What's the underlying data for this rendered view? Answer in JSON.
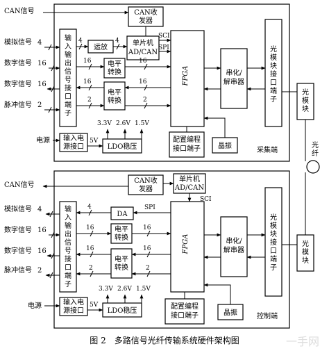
{
  "caption": "图 2　多路信号光纤传输系统硬件架构图",
  "fiber_label": "光纤",
  "optical_module": "光模块",
  "watermark": "一手网",
  "collect": {
    "section_label": "采集端",
    "can_signal": "CAN信号",
    "can_transceiver": "CAN收发器",
    "analog_signal": "模拟信号",
    "digital_signal": "数字信号",
    "pulse_signal": "脉冲信号",
    "n_analog": "4",
    "n_digital_1": "16",
    "n_digital_2": "16",
    "n_pulse": "2",
    "io_port": "输入输出信号接口端子",
    "op_amp": "运放",
    "mcu": "单片机AD/CAN",
    "level_shift": "电平转换",
    "fpga": "FPGA",
    "serdes": "串化/解串器",
    "optical_port": "光模块接口端子",
    "power": "电源",
    "power_port": "输入电源接口",
    "ldo": "LDO稳压",
    "config_port": "配置编程接口端子",
    "crystal": "晶振",
    "sci": "SCI",
    "spi": "SPI",
    "v_5": "5V",
    "v_33": "3.3V",
    "v_26": "2.6V",
    "v_15": "1.5V"
  },
  "control": {
    "section_label": "控制端",
    "can_signal": "CAN信号",
    "can_transceiver": "CAN收发器",
    "analog_signal": "模拟信号",
    "digital_signal": "数字信号",
    "pulse_signal": "脉冲信号",
    "n_analog": "4",
    "n_digital_1": "16",
    "n_digital_2": "16",
    "n_pulse": "2",
    "io_port": "输入输出信号接口端子",
    "da": "DA",
    "mcu": "单片机AD/CAN",
    "level_shift": "电平转换",
    "fpga": "FPGA",
    "serdes": "串化/解串器",
    "optical_port": "光模块接口端子",
    "power": "电源",
    "power_port": "输入电源接口",
    "ldo": "LDO稳压",
    "config_port": "配置编程接口端子",
    "crystal": "晶振",
    "sci": "SCI",
    "spi": "SPI",
    "v_5": "5V",
    "v_33": "3.3V",
    "v_26": "2.6V",
    "v_15": "1.5V"
  }
}
